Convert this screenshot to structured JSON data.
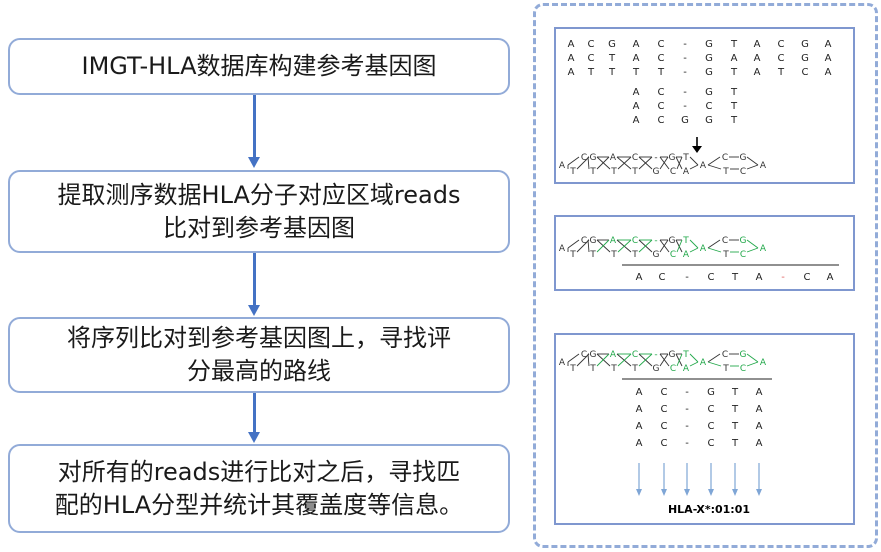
{
  "steps": [
    {
      "line1": "IMGT-HLA数据库构建参考基因图",
      "line2": ""
    },
    {
      "line1": "提取测序数据HLA分子对应区域reads",
      "line2": "比对到参考基因图"
    },
    {
      "line1": "将序列比对到参考基因图上，寻找评",
      "line2": "分最高的路线"
    },
    {
      "line1": "对所有的reads进行比对之后，寻找匹",
      "line2": "配的HLA分型并统计其覆盖度等信息。"
    }
  ],
  "panel1": {
    "rows": [
      [
        "A",
        "C",
        "G",
        "A",
        "C",
        "-",
        "G",
        "T",
        "A",
        "C",
        "G",
        "A"
      ],
      [
        "A",
        "C",
        "T",
        "A",
        "C",
        "-",
        "G",
        "A",
        "A",
        "C",
        "G",
        "A"
      ],
      [
        "A",
        "T",
        "T",
        "T",
        "T",
        "-",
        "G",
        "T",
        "A",
        "T",
        "C",
        "A"
      ]
    ],
    "reads": [
      [
        "A",
        "C",
        "-",
        "G",
        "T"
      ],
      [
        "A",
        "C",
        "-",
        "C",
        "T"
      ],
      [
        "A",
        "C",
        "G",
        "G",
        "T"
      ]
    ],
    "graph": {
      "top": [
        "C",
        "G",
        "A",
        "C",
        "-",
        "G",
        "T",
        "C",
        "G"
      ],
      "bottom": [
        "T",
        "T",
        "T",
        "T",
        "G",
        "C",
        "A",
        "T",
        "C"
      ],
      "ends": [
        "A",
        "A",
        "A"
      ]
    }
  },
  "panel2": {
    "graph": {
      "top": [
        "C",
        "G",
        "A",
        "C",
        "-",
        "G",
        "T",
        "C",
        "G"
      ],
      "bottom": [
        "T",
        "T",
        "T",
        "T",
        "G",
        "C",
        "A",
        "T",
        "C"
      ],
      "ends": [
        "A",
        "A",
        "A"
      ]
    },
    "read": [
      "A",
      "C",
      "-",
      "C",
      "T",
      "A",
      "-",
      "C",
      "A"
    ]
  },
  "panel3": {
    "graph": {
      "top": [
        "C",
        "G",
        "A",
        "C",
        "-",
        "G",
        "T",
        "C",
        "G"
      ],
      "bottom": [
        "T",
        "T",
        "T",
        "T",
        "G",
        "C",
        "A",
        "T",
        "C"
      ],
      "ends": [
        "A",
        "A",
        "A"
      ]
    },
    "reads": [
      [
        "A",
        "C",
        "-",
        "G",
        "T",
        "A"
      ],
      [
        "A",
        "C",
        "-",
        "C",
        "T",
        "A"
      ],
      [
        "A",
        "C",
        "-",
        "C",
        "T",
        "A"
      ],
      [
        "A",
        "C",
        "-",
        "C",
        "T",
        "A"
      ]
    ],
    "result_label": "HLA-X*:01:01"
  },
  "colors": {
    "box_border": "#92abd8",
    "arrow": "#4472c4",
    "path_green": "#22a84a",
    "panel_border": "#7f97cf",
    "down_arrow": "#7fa6d6"
  }
}
